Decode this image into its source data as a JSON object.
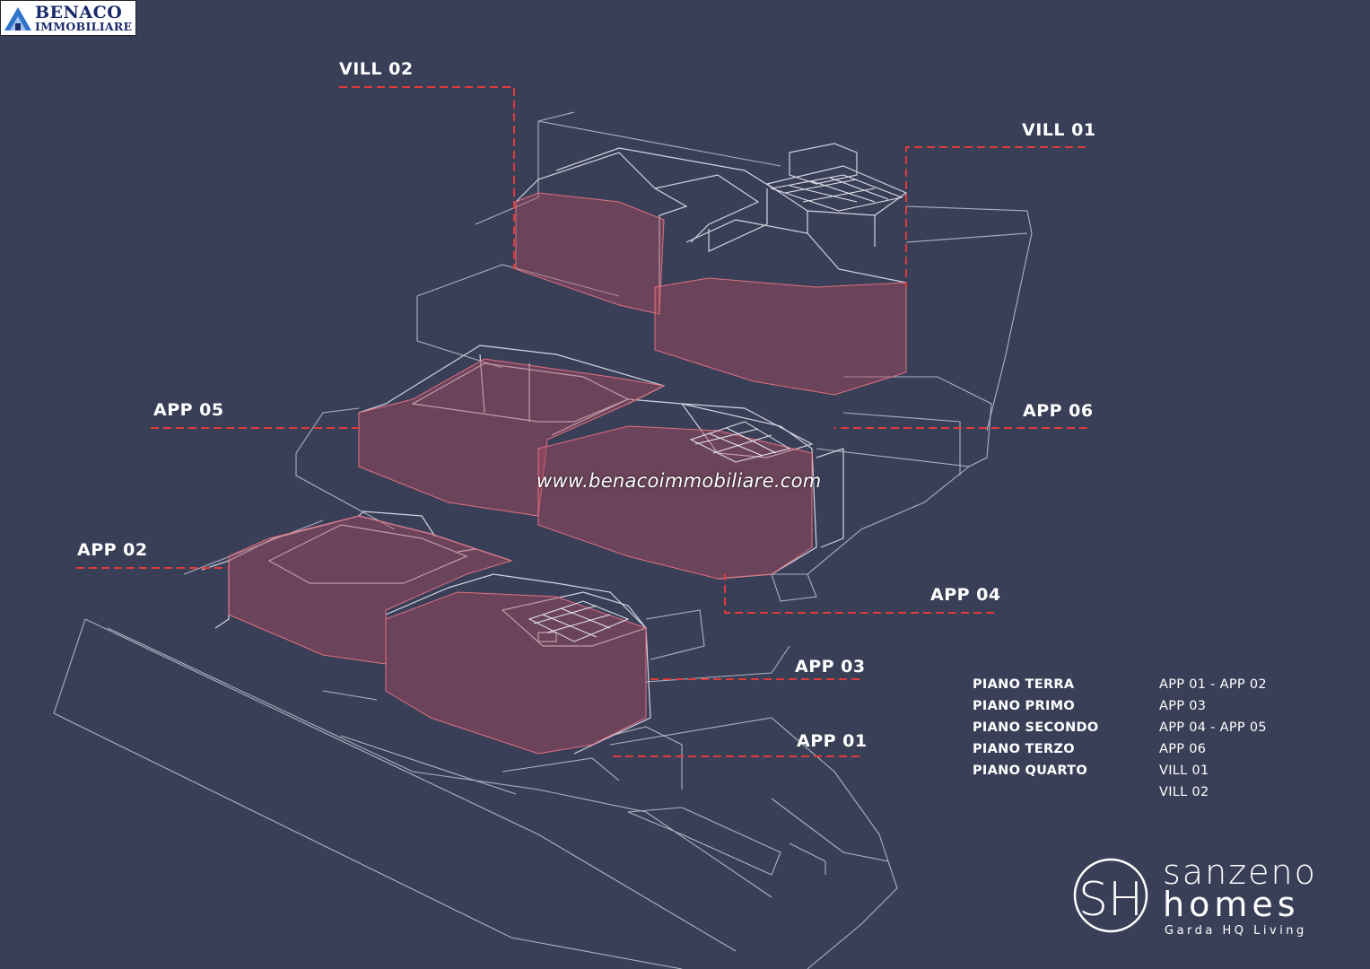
{
  "logo": {
    "line1": "BENACO",
    "line2": "IMMOBILIARE"
  },
  "watermark": "www.benacoimmobiliare.com",
  "units": {
    "vill02": "VILL 02",
    "vill01": "VILL 01",
    "app05": "APP 05",
    "app06": "APP 06",
    "app02": "APP 02",
    "app04": "APP 04",
    "app03": "APP 03",
    "app01": "APP 01"
  },
  "floors": [
    {
      "name": "PIANO TERRA",
      "units": "APP 01 - APP 02"
    },
    {
      "name": "PIANO PRIMO",
      "units": "APP 03"
    },
    {
      "name": "PIANO SECONDO",
      "units": "APP 04 - APP 05"
    },
    {
      "name": "PIANO TERZO",
      "units": "APP 06"
    },
    {
      "name": "PIANO QUARTO",
      "units": "VILL 01"
    },
    {
      "name": "",
      "units": "VILL 02"
    }
  ],
  "brand": {
    "monogram": "SH",
    "word1": "sanzeno",
    "word2": "homes",
    "tagline": "Garda HQ Living"
  },
  "colors": {
    "background": "#3a3f58",
    "outline": "#c9cbd6",
    "highlight": "#b04a5c",
    "leader": "#e03a3a"
  }
}
